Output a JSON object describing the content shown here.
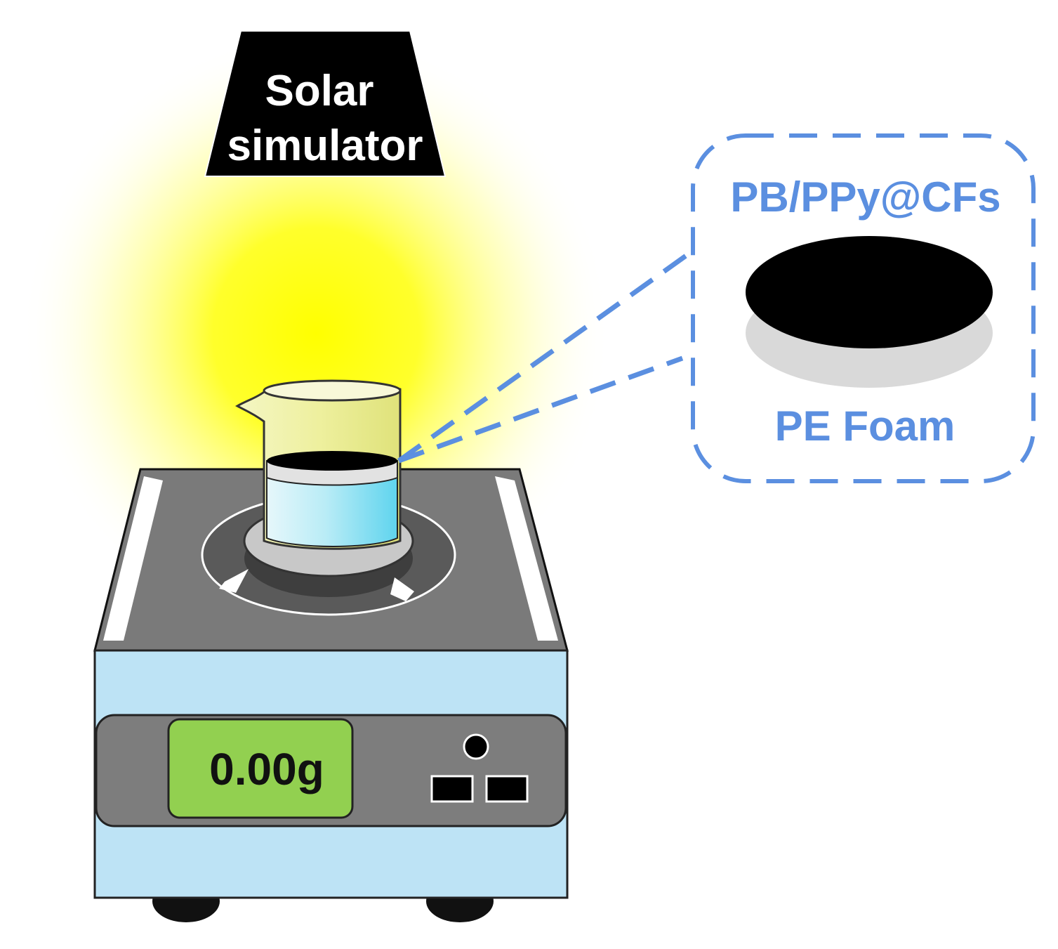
{
  "solar_simulator": {
    "line1": "Solar",
    "line2": "simulator"
  },
  "inset": {
    "top_layer_label": "PB/PPy@CFs",
    "bottom_layer_label": "PE Foam"
  },
  "balance": {
    "display_reading": "0.00g"
  },
  "colors": {
    "light_glow": "#ffff00",
    "balance_body": "#bde3f5",
    "balance_top": "#7a7a7a",
    "display_screen": "#92d050",
    "inset_accent": "#5b8fe0",
    "water": "#6dd6ee",
    "beaker_glass": "#e8ea8a"
  }
}
